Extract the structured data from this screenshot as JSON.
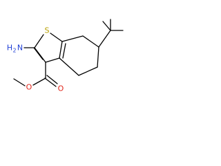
{
  "molecule": {
    "atoms": {
      "sulfur": {
        "label": "S",
        "color": "#b8a000"
      },
      "amino": {
        "label": "H",
        "subscript": "2",
        "suffix": "N",
        "color": "#1f3fd6"
      },
      "carbonyl_oxygen": {
        "label": "O",
        "color": "#e0261b"
      },
      "ester_oxygen": {
        "label": "O",
        "color": "#e0261b"
      }
    },
    "bond_color": "#000000"
  }
}
